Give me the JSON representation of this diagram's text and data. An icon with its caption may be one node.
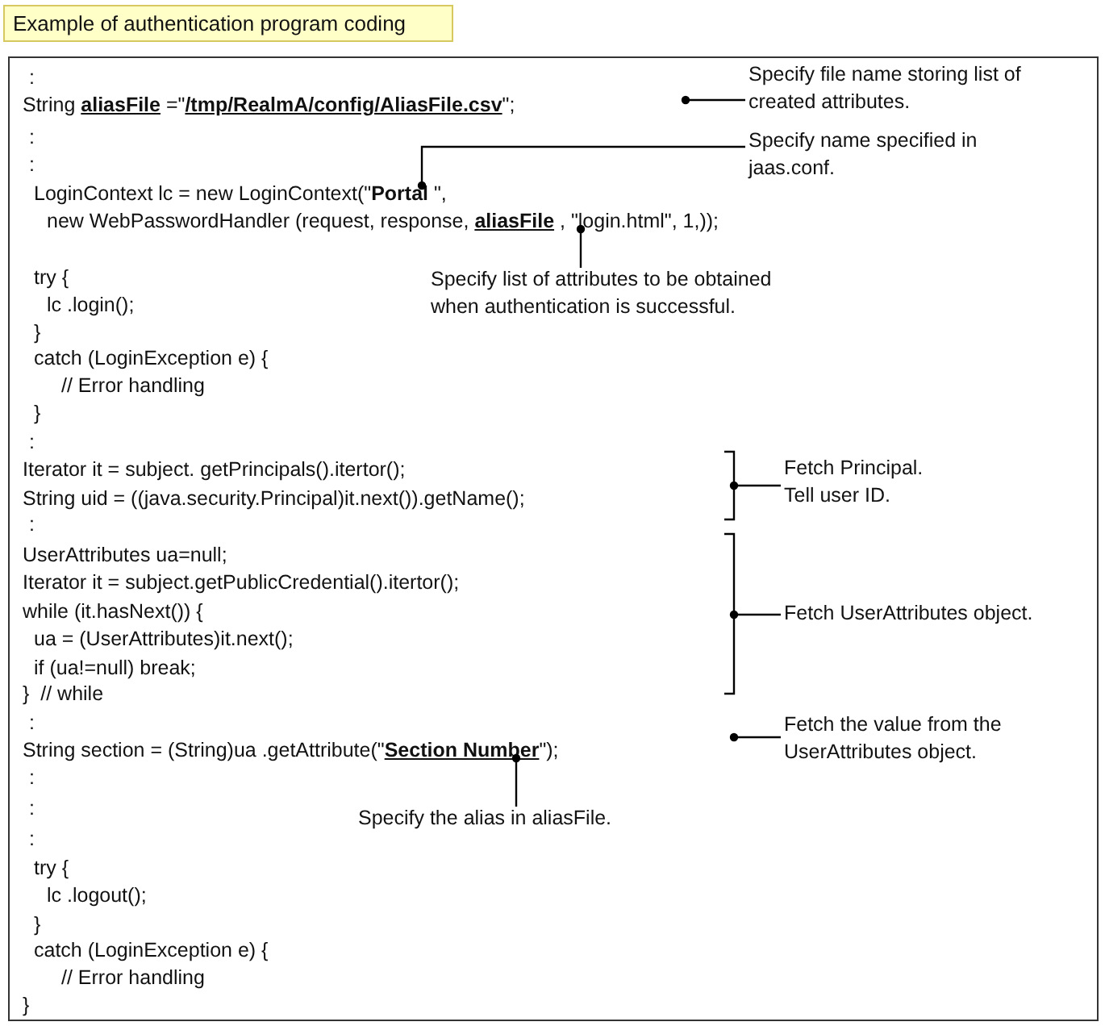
{
  "diagram": {
    "title": "Example of authentication program coding",
    "nodes": [
      {
        "text": [
          "Specify file name storing list of created attributes."
        ]
      },
      {
        "text": [
          "Specify name specified in jaas.conf."
        ]
      },
      {
        "text": [
          "Specify list of attributes to be obtained when authentication is successful."
        ]
      },
      {
        "text": [
          "Fetch Principal. Tell user ID."
        ]
      },
      {
        "text": [
          "Fetch UserAttributes object."
        ]
      },
      {
        "text": [
          "Fetch the value from the UserAttributes object."
        ]
      },
      {
        "text": [
          "Specify the alias in aliasFile."
        ]
      },
      {
        "text": [],
        "shape": "box"
      },
      {
        "text": [],
        "shape": "box"
      },
      {
        "text": [],
        "shape": "box"
      }
    ],
    "edges": [
      {
        "from": 0,
        "to": null,
        "arrow": "other"
      },
      {
        "from": 1,
        "to": 9,
        "arrow": "other"
      },
      {
        "from": 2,
        "to": 7,
        "arrow": "other"
      },
      {
        "from": 3,
        "to": null,
        "arrow": "other"
      },
      {
        "from": 4,
        "to": null,
        "arrow": "other"
      },
      {
        "from": 5,
        "to": null,
        "arrow": "other"
      },
      {
        "from": 6,
        "to": 8,
        "arrow": "other"
      }
    ],
    "labels": [
      ":",
      "String **aliasFile** =\"**/tmp/RealmA/config/AliasFile.csv**\";",
      ":",
      ":",
      "LoginContext lc = new LoginContext(\"**Portal** \",",
      "new WebPasswordHandler (request, response, **aliasFile** , \"login.html\", 1,));",
      "try {",
      "lc .login();",
      "}",
      "catch (LoginException e) {",
      "// Error handling",
      "}",
      ":",
      "Iterator it = subject. getPrincipals().itertor();",
      "String uid = ((java.security.Principal)it.next()).getName();",
      ":",
      "UserAttributes ua=null;",
      "Iterator it = subject.getPublicCredential().itertor();",
      "while (it.hasNext()) {",
      "ua = (UserAttributes)it.next();",
      "if (ua!=null) break;",
      "}  // while",
      ":",
      "String section = (String)ua .getAttribute(\"**Section Number**\");",
      ":",
      ":",
      ":",
      "try {",
      "lc .logout();",
      "}",
      "catch (LoginException e) {",
      "// Error handling",
      "}"
    ]
  }
}
